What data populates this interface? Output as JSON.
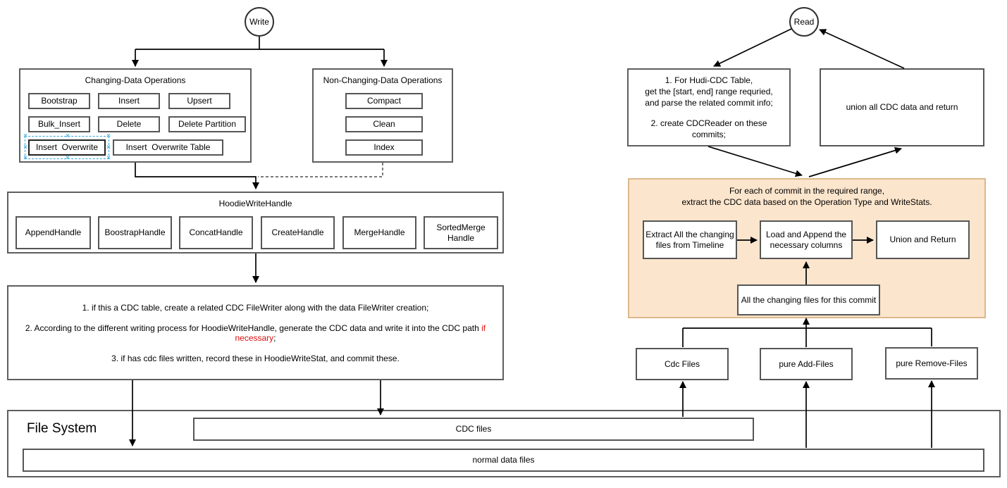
{
  "write_flow": {
    "write_label": "Write",
    "changing_ops": {
      "title": "Changing-Data Operations",
      "ops": [
        "Bootstrap",
        "Insert",
        "Upsert",
        "Bulk_Insert",
        "Delete",
        "Delete Partition",
        "Insert  Overwrite",
        "Insert  Overwrite Table"
      ]
    },
    "non_changing_ops": {
      "title": "Non-Changing-Data Operations",
      "ops": [
        "Compact",
        "Clean",
        "Index"
      ]
    },
    "write_handle": {
      "title": "HoodieWriteHandle",
      "handles": [
        "AppendHandle",
        "BoostrapHandle",
        "ConcatHandle",
        "CreateHandle",
        "MergeHandle",
        "SortedMerge Handle"
      ]
    },
    "notes": {
      "line1": "1. if this a CDC table, create a related CDC FileWriter along with the data FileWriter creation;",
      "line2_prefix": "2. According to the different writing process for HoodieWriteHandle, generate the CDC data and write it into the CDC path ",
      "line2_highlight": "if necessary",
      "line2_suffix": ";",
      "line3": "3. if has cdc files written, record these in HoodieWriteStat, and commit these."
    }
  },
  "read_flow": {
    "read_label": "Read",
    "prepare": {
      "line1": "1. For Hudi-CDC Table,",
      "line2": "get the [start, end] range requried,",
      "line3": "and parse the related commit info;",
      "line4": "2. create CDCReader on these",
      "line5": "commits;"
    },
    "union_all": "union all CDC data and return",
    "per_commit": {
      "title_line1": "For each of commit in the required range,",
      "title_line2": "extract the CDC data based on the Operation Type and WriteStats.",
      "extract": "Extract All the changing files from Timeline",
      "load": "Load and Append the necessary columns",
      "union": "Union and Return",
      "changing_files": "All the changing files for this commit"
    },
    "file_groups": [
      "Cdc Files",
      "pure Add-Files",
      "pure Remove-Files"
    ]
  },
  "file_system": {
    "title": "File System",
    "cdc_files": "CDC files",
    "normal_files": "normal data files"
  },
  "colors": {
    "highlight_bg": "#fce5cd",
    "highlight_border": "#dcb88a",
    "selection_blue": "#33a3dd",
    "red_text": "#e01010"
  }
}
